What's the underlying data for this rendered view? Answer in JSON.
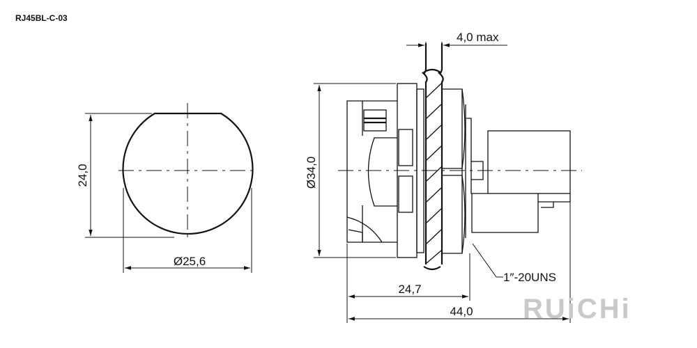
{
  "part_number": "RJ45BL-C-03",
  "dimensions": {
    "panel_thickness": "4,0 max",
    "front_height": "24,0",
    "front_diameter": "Ø25,6",
    "flange_diameter": "Ø34,0",
    "depth_to_thread": "24,7",
    "overall_length": "44,0",
    "thread": "1″-20UNS"
  },
  "brand": {
    "logo_text": "RUiCHi",
    "logo_color": "#c9c9c9"
  },
  "colors": {
    "line": "#111111",
    "background": "#ffffff"
  }
}
